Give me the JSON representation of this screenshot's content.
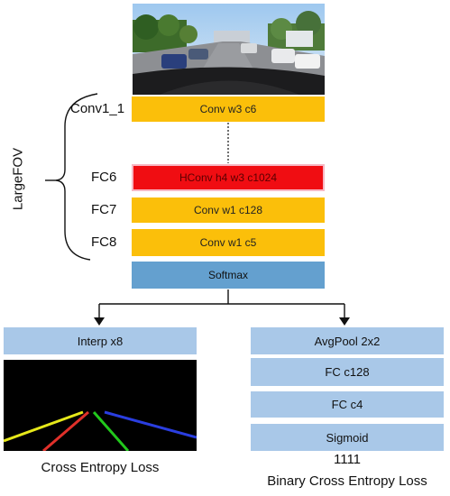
{
  "top_image": {
    "description_icon": "car-dashcam-road-photo"
  },
  "side_labels": {
    "group": "LargeFOV",
    "conv1": "Conv1_1",
    "fc6": "FC6",
    "fc7": "FC7",
    "fc8": "FC8"
  },
  "layers": {
    "conv1": "Conv w3 c6",
    "fc6": "HConv h4 w3 c1024",
    "fc7": "Conv w1 c128",
    "fc8": "Conv w1 c5",
    "softmax": "Softmax"
  },
  "left_branch": {
    "interp": "Interp x8",
    "loss": "Cross Entropy Loss"
  },
  "right_branch": {
    "avgpool": "AvgPool 2x2",
    "fc128": "FC c128",
    "fc4": "FC c4",
    "sigmoid": "Sigmoid",
    "code": "1111",
    "loss": "Binary Cross Entropy Loss"
  },
  "colors": {
    "conv": "#fbbf0a",
    "hconv": "#f00d12",
    "softmax": "#64a0cf",
    "branch": "#a9c8e8",
    "lane_yellow": "#e6e81a",
    "lane_red": "#e0302a",
    "lane_green": "#22c81c",
    "lane_blue": "#2a3ee0"
  }
}
